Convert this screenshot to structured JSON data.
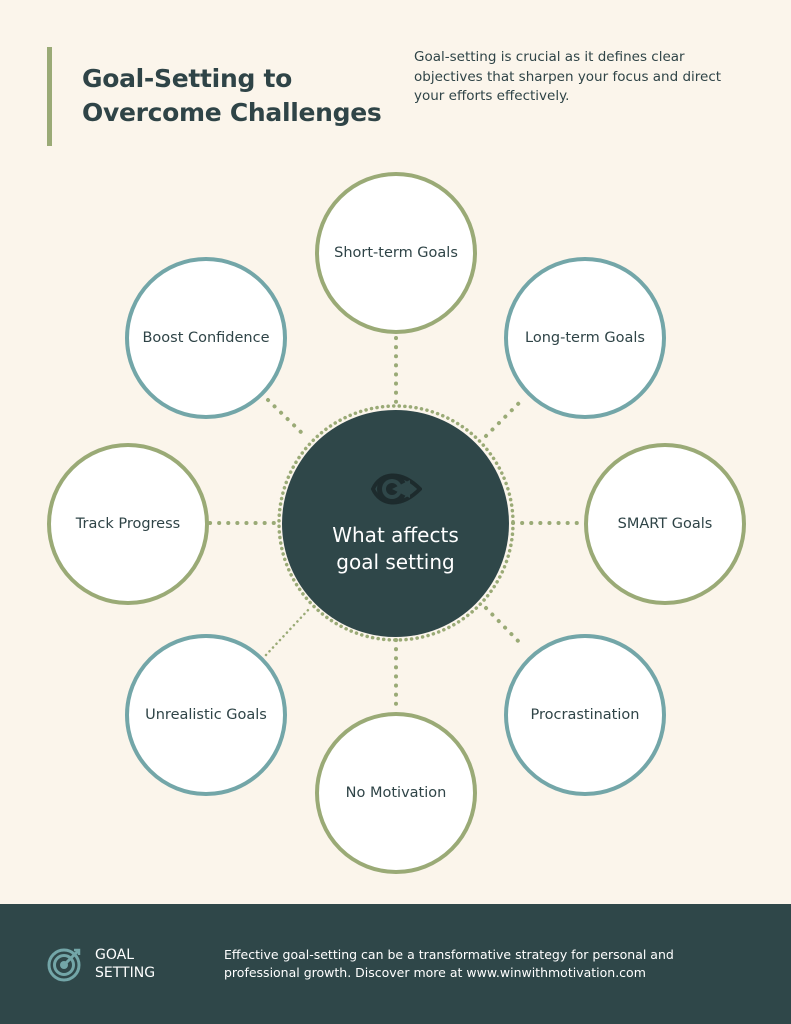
{
  "header": {
    "title_line1": "Goal-Setting to",
    "title_line2": "Overcome Challenges",
    "intro": "Goal-setting is crucial as it defines clear objectives that sharpen your focus and direct your efforts effectively."
  },
  "diagram": {
    "hub_label": "What affects goal setting",
    "hub_icon": "eye-target-icon",
    "nodes": [
      {
        "label": "Short-term Goals",
        "color": "#9aaa76"
      },
      {
        "label": "Long-term Goals",
        "color": "#73a6a8"
      },
      {
        "label": "SMART Goals",
        "color": "#9aaa76"
      },
      {
        "label": "Procrastination",
        "color": "#73a6a8"
      },
      {
        "label": "No Motivation",
        "color": "#9aaa76"
      },
      {
        "label": "Unrealistic Goals",
        "color": "#73a6a8"
      },
      {
        "label": "Track Progress",
        "color": "#9aaa76"
      },
      {
        "label": "Boost Confidence",
        "color": "#73a6a8"
      }
    ]
  },
  "footer": {
    "brand_line1": "GOAL",
    "brand_line2": "SETTING",
    "brand_icon": "target-icon",
    "text": "Effective goal-setting can be a transformative strategy for personal and professional growth. Discover more at www.winwithmotivation.com"
  },
  "colors": {
    "background": "#fbf5eb",
    "dark": "#2f4749",
    "green": "#9aaa76",
    "teal": "#73a6a8"
  }
}
